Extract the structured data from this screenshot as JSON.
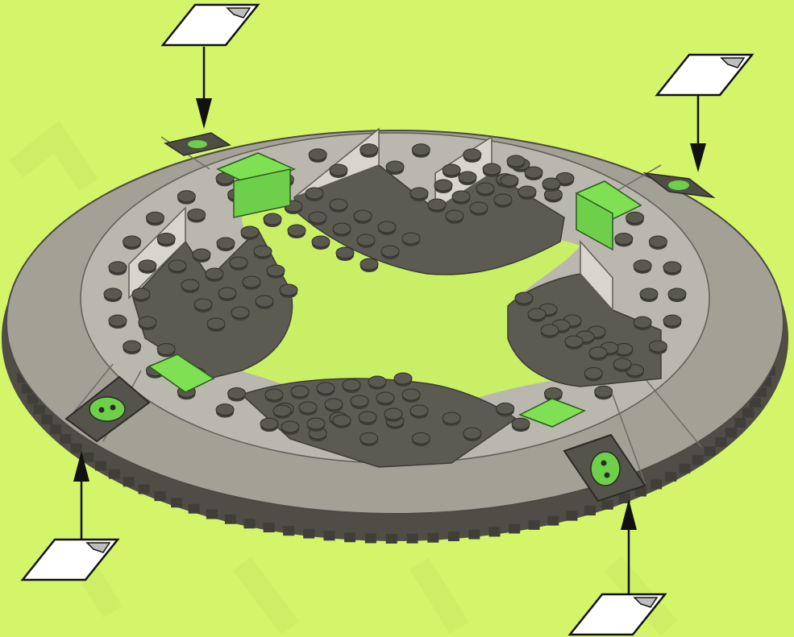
{
  "scene": {
    "background_color": "#d4f46a",
    "ring_outer_color": "#a3a096",
    "ring_inner_color": "#b9b7ae",
    "plate_color": "#5c5b52",
    "stud_color": "#5a594f",
    "accent_color": "#6ed04a",
    "sticker_color": "#ffffff",
    "arrow_color": "#111111"
  },
  "stickers": [
    {
      "id": "top",
      "icon": "sticker-sheet-icon"
    },
    {
      "id": "right",
      "icon": "sticker-sheet-icon"
    },
    {
      "id": "bottom-left",
      "icon": "sticker-sheet-icon"
    },
    {
      "id": "bottom-right",
      "icon": "sticker-sheet-icon"
    }
  ]
}
